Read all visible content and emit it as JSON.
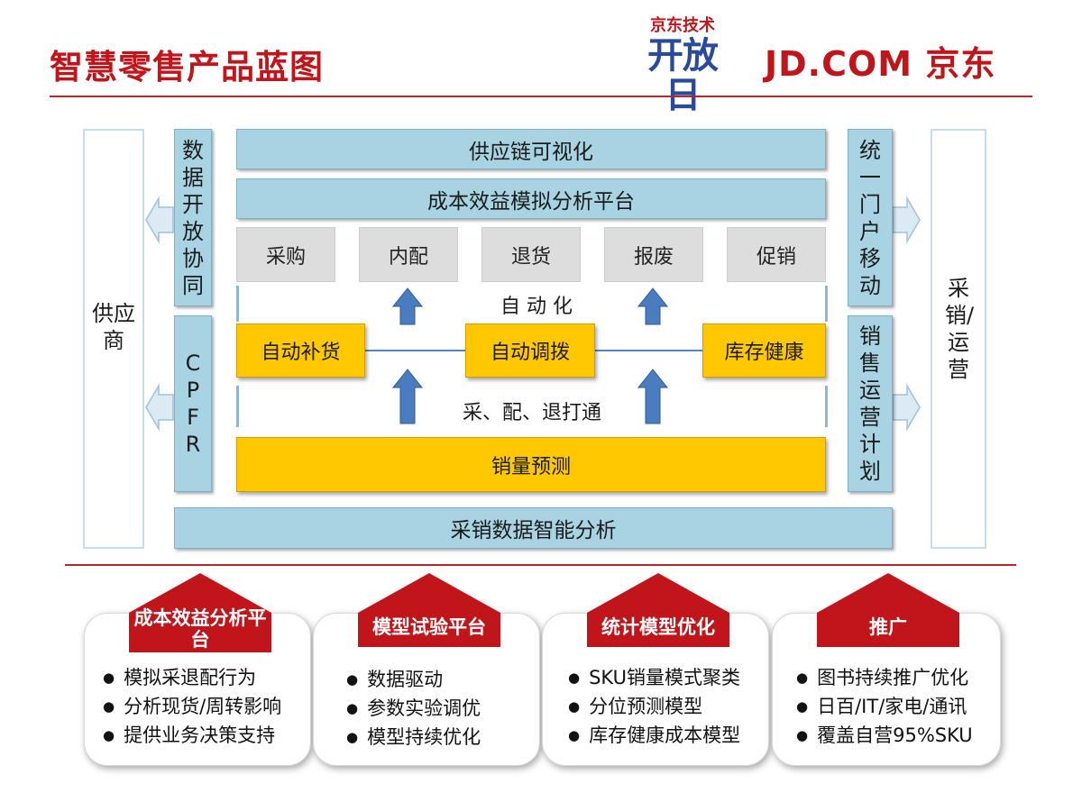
{
  "header": {
    "title": "智慧零售产品蓝图",
    "logo_open_top": "京东技术",
    "logo_open_main": "开放日",
    "logo_jd": "JD.COM 京东"
  },
  "diagram": {
    "left_party": "供应商",
    "right_party": "采销/运营",
    "left_col_top": "数据开放协同",
    "left_col_bottom": "CPFR",
    "right_col_top": "统一门户移动",
    "right_col_bottom": "销售运营计划",
    "top_bar_1": "供应链可视化",
    "top_bar_2": "成本效益模拟分析平台",
    "functions": [
      "采购",
      "内配",
      "退货",
      "报废",
      "促销"
    ],
    "automation_label": "自 动 化",
    "auto_boxes": [
      "自动补货",
      "自动调拨",
      "库存健康"
    ],
    "integration_label": "采、配、退打通",
    "forecast": "销量预测",
    "bottom_bar": "采销数据智能分析"
  },
  "cards": [
    {
      "title": "成本效益分析平台",
      "items": [
        "模拟采退配行为",
        "分析现货/周转影响",
        "提供业务决策支持"
      ]
    },
    {
      "title": "模型试验平台",
      "items": [
        "数据驱动",
        "参数实验调优",
        "模型持续优化"
      ]
    },
    {
      "title": "统计模型优化",
      "items": [
        "SKU销量模式聚类",
        "分位预测模型",
        "库存健康成本模型"
      ]
    },
    {
      "title": "推广",
      "items": [
        "图书持续推广优化",
        "日百/IT/家电/通讯",
        "覆盖自营95%SKU"
      ]
    }
  ],
  "colors": {
    "accent_red": "#c0161b",
    "blue_box": "#a8d3e2",
    "gold_box": "#ffc800",
    "arrow_blue": "#4f86c4"
  }
}
